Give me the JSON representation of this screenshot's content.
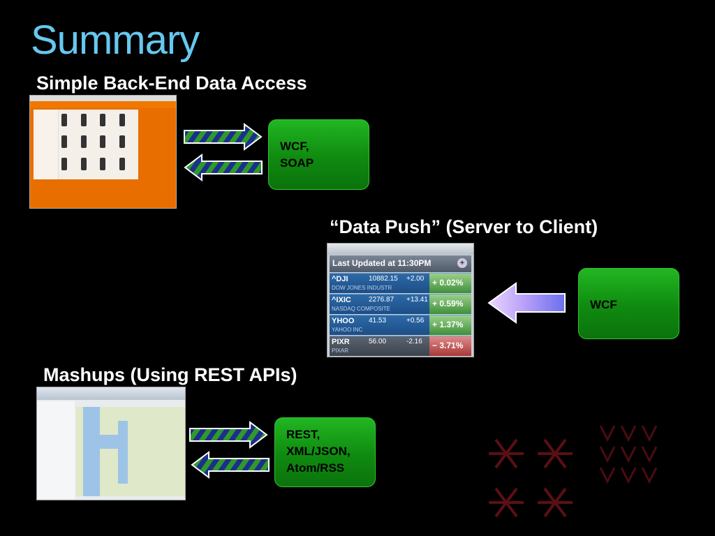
{
  "slide": {
    "title": "Summary",
    "sections": {
      "backend": "Simple Back-End Data Access",
      "push": "“Data Push” (Server to Client)",
      "mashups": "Mashups (Using REST APIs)"
    },
    "boxes": {
      "backend_line1": "WCF,",
      "backend_line2": "SOAP",
      "push": "WCF",
      "mashups_line1": "REST,",
      "mashups_line2": "XML/JSON,",
      "mashups_line3": "Atom/RSS"
    }
  },
  "stock_widget": {
    "header": "Last Updated at 11:30PM",
    "rows": [
      {
        "symbol": "^DJI",
        "name": "DOW JONES INDUSTR",
        "price": "10882.15",
        "change": "+2.00",
        "percent": "+ 0.02%",
        "direction": "up"
      },
      {
        "symbol": "^IXIC",
        "name": "NASDAQ COMPOSITE",
        "price": "2276.87",
        "change": "+13.41",
        "percent": "+ 0.59%",
        "direction": "up"
      },
      {
        "symbol": "YHOO",
        "name": "YAHOO INC",
        "price": "41.53",
        "change": "+0.56",
        "percent": "+ 1.37%",
        "direction": "up"
      },
      {
        "symbol": "PIXR",
        "name": "PIXAR",
        "price": "56.00",
        "change": "-2.16",
        "percent": "− 3.71%",
        "direction": "down"
      }
    ]
  },
  "colors": {
    "title": "#66c8f0",
    "box_green": "#1a9e1a",
    "arrow_green": "#3a9a2a",
    "arrow_blue": "#1c2f8c",
    "arrow_purple": "#8a6cf0",
    "deco_red": "#b0202a"
  }
}
